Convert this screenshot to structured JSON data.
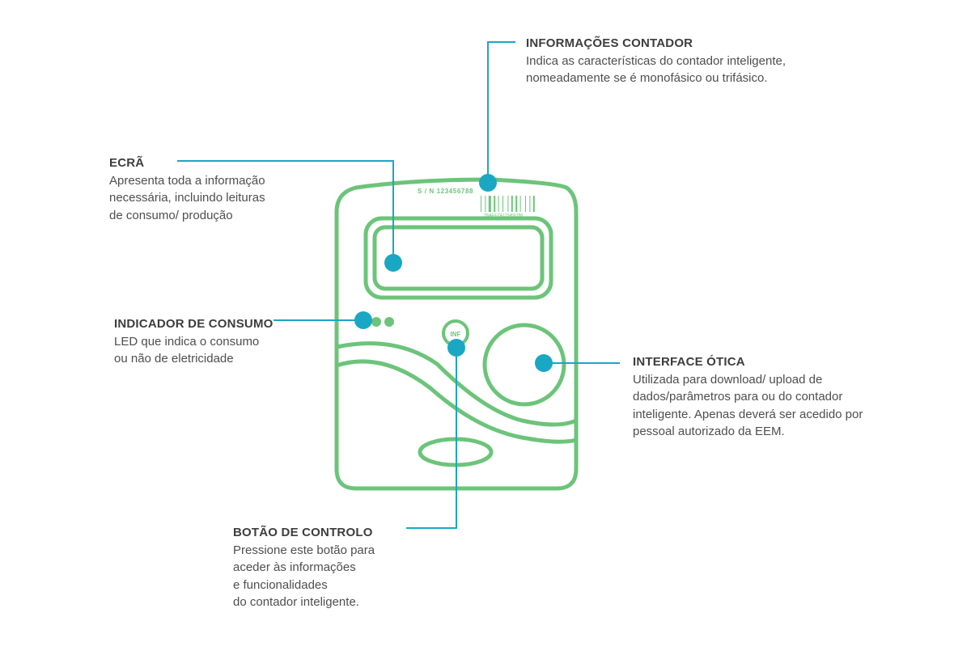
{
  "meter": {
    "serial": "S / N 123456788",
    "barcode_text": "ZNAEEZA123456788",
    "button_label": "INF"
  },
  "callouts": {
    "info": {
      "title": "INFORMAÇÕES CONTADOR",
      "desc": "Indica as características do contador inteligente,\nnomeadamente se é monofásico ou trifásico."
    },
    "screen": {
      "title": "ECRÃ",
      "desc": "Apresenta toda a informação\nnecessária, incluindo leituras\nde consumo/ produção"
    },
    "indicator": {
      "title": "INDICADOR DE CONSUMO",
      "desc": "LED que indica o consumo\nou não de eletricidade"
    },
    "optical": {
      "title": "INTERFACE ÓTICA",
      "desc": "Utilizada para download/ upload de\ndados/parâmetros para ou do contador\ninteligente. Apenas deverá ser acedido por\npessoal autorizado da EEM."
    },
    "button": {
      "title": "BOTÃO DE CONTROLO",
      "desc": "Pressione este botão para\naceder às informações\ne funcionalidades\ndo contador inteligente."
    }
  },
  "colors": {
    "meter_green": "#6cc47a",
    "accent_cyan": "#1aa7c4",
    "text": "#4a4a4a"
  }
}
